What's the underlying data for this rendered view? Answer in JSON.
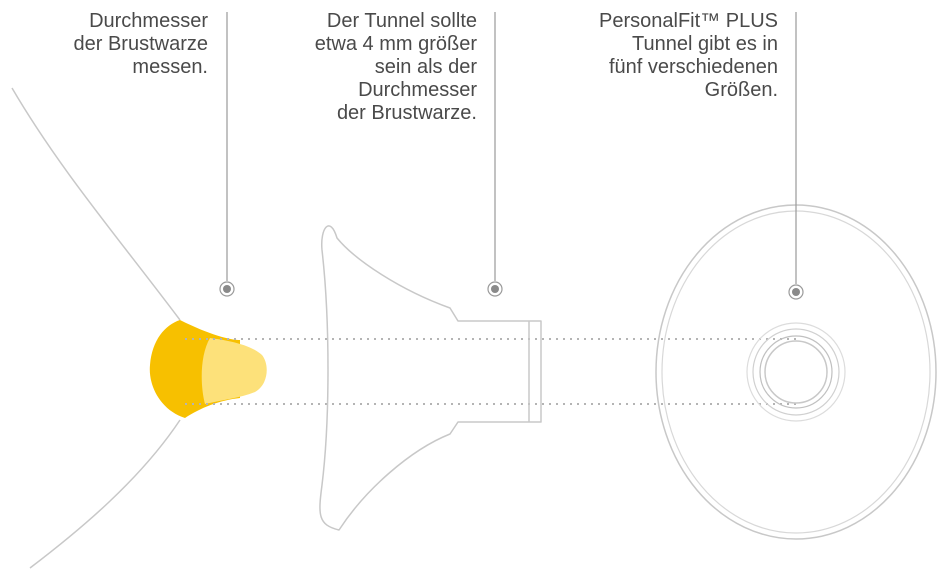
{
  "captions": {
    "measure": "Durchmesser\nder Brustwarze\nmessen.",
    "tunnel_size": "Der Tunnel sollte\netwa 4 mm größer\nsein als der\nDurchmesser\nder Brustwarze.",
    "sizes": "PersonalFit™ PLUS\nTunnel gibt es in\nfünf verschiedenen\nGrößen."
  },
  "colors": {
    "outline": "#c8c8c8",
    "dotted": "#b4b4b4",
    "nipple_outer": "#f7c000",
    "nipple_inner": "#fde17a",
    "marker": "#8a8a8a"
  }
}
